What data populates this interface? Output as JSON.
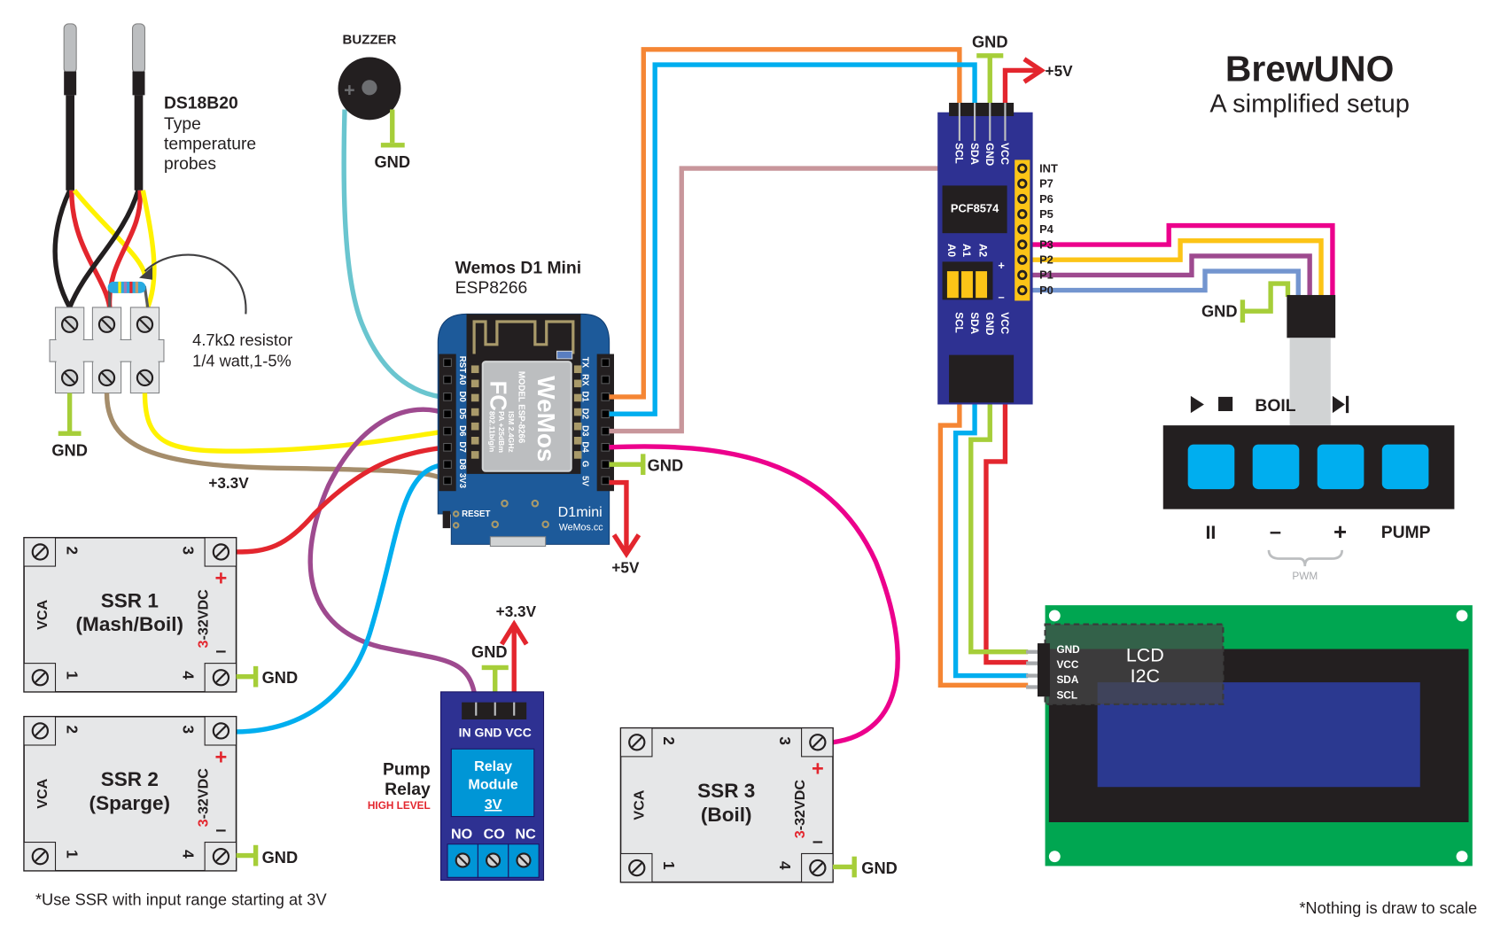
{
  "header": {
    "title": "BrewUNO",
    "subtitle": "A simplified setup"
  },
  "probes": {
    "name": "DS18B20",
    "desc": [
      "Type",
      "temperature",
      "probes"
    ],
    "gnd": "GND",
    "supply": "+3.3V"
  },
  "resistor": {
    "line1": "4.7kΩ resistor",
    "line2": "1/4 watt,1-5%"
  },
  "buzzer": {
    "label": "BUZZER",
    "plus": "+",
    "gnd": "GND"
  },
  "wemos": {
    "name": "Wemos D1 Mini",
    "chip": "ESP8266",
    "left_pins": [
      "RST",
      "A0",
      "D0",
      "D5",
      "D6",
      "D7",
      "D8",
      "3V3"
    ],
    "right_pins": [
      "TX",
      "RX",
      "D1",
      "D2",
      "D3",
      "D4",
      "G",
      "5V"
    ],
    "module_text": [
      "MODEL ESP-8266",
      "ISM 2.4GHz",
      "PA +25dBm",
      "802.11b/g/n"
    ],
    "brand": "WeMos",
    "fc": "FC",
    "board_label": "D1mini",
    "site": "WeMos.cc",
    "reset": "RESET",
    "gnd": "GND",
    "vout": "+5V"
  },
  "ssrs": [
    {
      "title": "SSR 1",
      "sub": "(Mash/Boil)",
      "gnd": "GND"
    },
    {
      "title": "SSR 2",
      "sub": "(Sparge)",
      "gnd": "GND"
    },
    {
      "title": "SSR 3",
      "sub": "(Boil)",
      "gnd": "GND"
    }
  ],
  "ssr_common": {
    "vca": "VCA",
    "range_red": "3",
    "range_rest": "-32VDC",
    "plus": "+",
    "minus": "–",
    "t1": "1",
    "t2": "2",
    "t3": "3",
    "t4": "4"
  },
  "relay": {
    "title1": "Pump",
    "title2": "Relay",
    "level": "HIGH LEVEL",
    "pins": "IN GND VCC",
    "box1": "Relay",
    "box2": "Module",
    "box3": "3V",
    "terminals": [
      "NO",
      "CO",
      "NC"
    ],
    "gnd": "GND",
    "vcc": "+3.3V"
  },
  "pcf": {
    "chip": "PCF8574",
    "top_pins": [
      "SCL",
      "SDA",
      "GND",
      "VCC"
    ],
    "bottom_pins": [
      "SCL",
      "SDA",
      "GND",
      "VCC"
    ],
    "ports": [
      "INT",
      "P7",
      "P6",
      "P5",
      "P4",
      "P3",
      "P2",
      "P1",
      "P0"
    ],
    "addr": [
      "A0",
      "A1",
      "A2"
    ],
    "plus": "+",
    "minus": "–",
    "gnd": "GND",
    "vcc": "+5V",
    "keypad_gnd": "GND"
  },
  "keypad": {
    "top": {
      "boil": "BOIL"
    },
    "bottom": {
      "pause": "II",
      "minus": "–",
      "plus": "+",
      "pump": "PUMP"
    },
    "pwm": "PWM",
    "button_color": "#00aeef",
    "icons": [
      "play-icon",
      "stop-icon",
      "skip-icon"
    ]
  },
  "lcd": {
    "line1": "LCD",
    "line2": "I2C",
    "pins": [
      "GND",
      "VCC",
      "SDA",
      "SCL"
    ]
  },
  "notes": {
    "ssr": "*Use SSR with input range starting at 3V",
    "scale": "*Nothing is draw to scale"
  },
  "colors": {
    "gnd": "#a6ce39",
    "vcc": "#e3262e",
    "board_blue": "#2e3192",
    "wemos_blue": "#1d5a9a",
    "lcd_green": "#00a651"
  }
}
